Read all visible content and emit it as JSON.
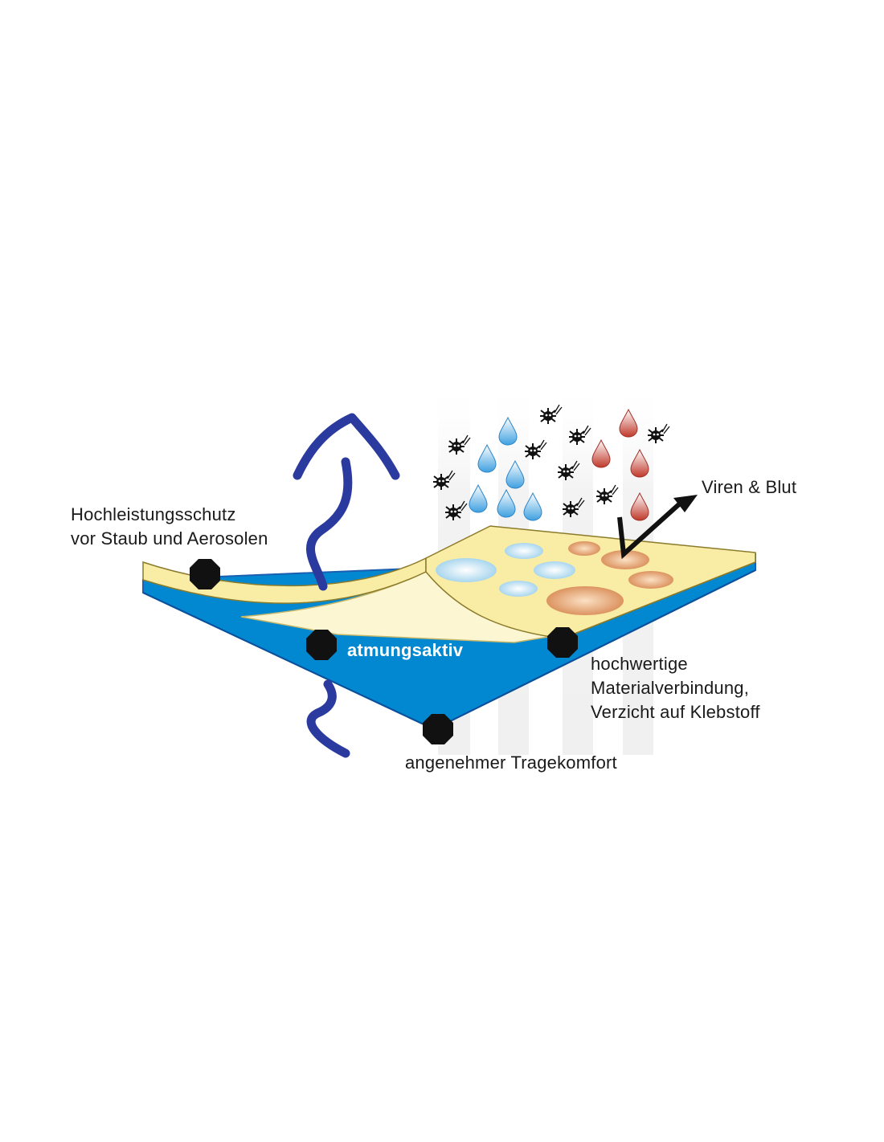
{
  "labels": {
    "protection_line1": "Hochleistungsschutz",
    "protection_line2": "vor Staub und Aerosolen",
    "breathable": "atmungsaktiv",
    "viruses_blood": "Viren & Blut",
    "bonding_line1": "hochwertige",
    "bonding_line2": "Materialverbindung,",
    "bonding_line3": "Verzicht auf Klebstoff",
    "comfort": "angenehmer Tragekomfort"
  },
  "colors": {
    "top_layer": "#f9eda6",
    "inner_layer": "#fdf6d3",
    "bottom_layer": "#0288d0",
    "bottom_edge": "#1a5fb0",
    "wave": "#2b3a9e",
    "marker": "#111111",
    "water_drop": "#5fb4e8",
    "blood_drop": "#c0392b",
    "blood_spot": "#e0a06a",
    "water_spot": "#a9d6ee",
    "arrow": "#111111"
  },
  "icons": [
    "wave-up-arrow-icon",
    "wave-up-icon",
    "water-drop-icon",
    "blood-drop-icon",
    "virus-icon",
    "deflect-arrow-icon",
    "marker-dot-icon"
  ]
}
